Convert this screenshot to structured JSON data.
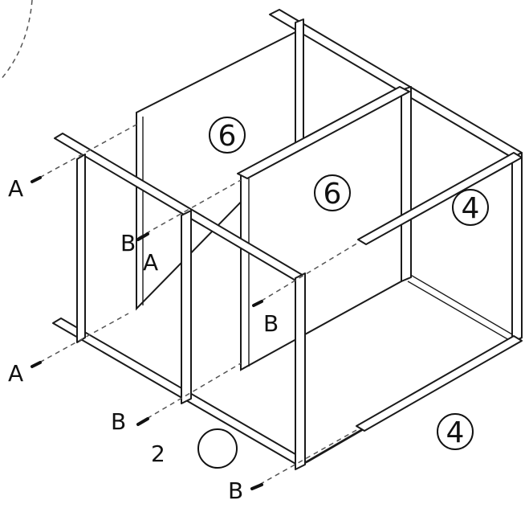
{
  "labels": {
    "a_top": "A",
    "a_bottom": "A",
    "b_left_upper": "B",
    "a_left_upper": "A",
    "b_center": "B",
    "b_bottom_left": "B",
    "b_bottom": "B",
    "num_2": "2"
  },
  "callouts": {
    "back_panel": "6",
    "center_panel": "6",
    "right_upper": "4",
    "right_lower": "4"
  },
  "colors": {
    "stroke": "#1a1a1a",
    "fill": "#ffffff"
  }
}
